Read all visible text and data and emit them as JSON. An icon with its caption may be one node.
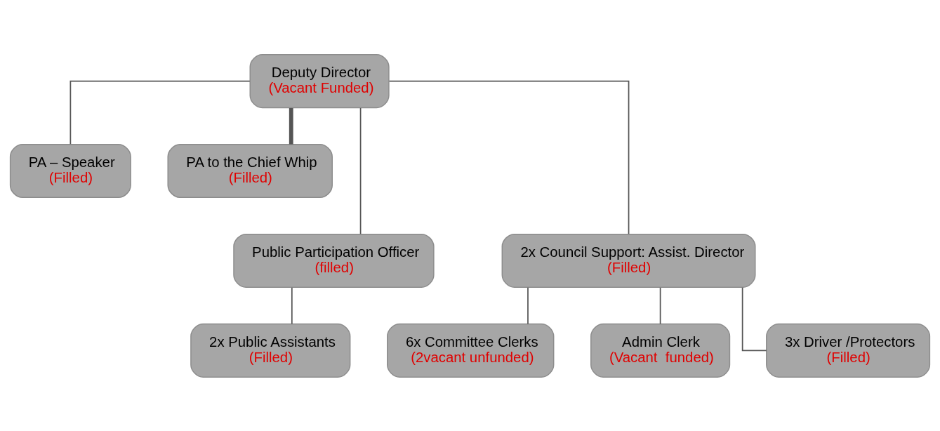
{
  "diagram": {
    "nodes": [
      {
        "text": [
          "Deputy Director",
          "(Vacant Funded)"
        ]
      },
      {
        "text": [
          "PA – Speaker",
          "(Filled)"
        ]
      },
      {
        "text": [
          "PA to the Chief Whip",
          "(Filled)"
        ]
      },
      {
        "text": [
          "Public Participation Officer",
          "(filled)"
        ]
      },
      {
        "text": [
          "2x Council Support: Assist. Director",
          "(Filled)"
        ]
      },
      {
        "text": [
          "2x Public Assistants",
          "(Filled)"
        ]
      },
      {
        "text": [
          "6x Committee Clerks",
          "(2vacant unfunded)"
        ]
      },
      {
        "text": [
          "Admin Clerk",
          "(Vacant  funded)"
        ]
      },
      {
        "text": [
          "3x Driver /Protectors",
          "(Filled)"
        ]
      }
    ],
    "edges": [
      {
        "from": 0,
        "to": 1,
        "arrow": "none"
      },
      {
        "from": 0,
        "to": 2,
        "arrow": "none",
        "style": "thick"
      },
      {
        "from": 0,
        "to": 3,
        "arrow": "none"
      },
      {
        "from": 0,
        "to": 4,
        "arrow": "none"
      },
      {
        "from": 3,
        "to": 5,
        "arrow": "none"
      },
      {
        "from": 4,
        "to": 6,
        "arrow": "none"
      },
      {
        "from": 4,
        "to": 7,
        "arrow": "none"
      },
      {
        "from": 4,
        "to": 8,
        "arrow": "none"
      }
    ]
  }
}
